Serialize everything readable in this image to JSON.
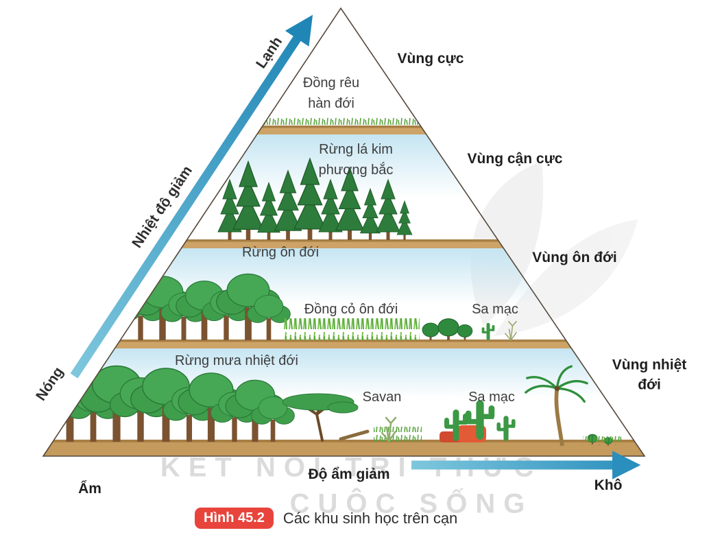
{
  "figure": {
    "badge": "Hình 45.2",
    "caption": "Các khu sinh học trên cạn"
  },
  "axes": {
    "temperature": {
      "cold": "Lạnh",
      "label": "Nhiệt độ giảm",
      "hot": "Nóng"
    },
    "moisture": {
      "humid": "Ẩm",
      "label": "Độ ẩm giảm",
      "dry": "Khô"
    }
  },
  "zones": [
    {
      "label": "Vùng cực"
    },
    {
      "label": "Vùng cận cực"
    },
    {
      "label": "Vùng ôn đới"
    },
    {
      "label": "Vùng nhiệt đới"
    }
  ],
  "biomes": {
    "tundra": {
      "line1": "Đồng rêu",
      "line2": "hàn đới"
    },
    "taiga": {
      "line1": "Rừng lá kim",
      "line2": "phương bắc"
    },
    "temperate_forest": "Rừng ôn đới",
    "temperate_grassland": "Đồng cỏ ôn đới",
    "temperate_desert": "Sa mạc",
    "tropical_rainforest": "Rừng mưa nhiệt đới",
    "savanna": "Savan",
    "tropical_desert": "Sa mạc"
  },
  "watermark": {
    "line1": "KẾT NỐI TRI THỨC",
    "line2": "CUỘC SỐNG"
  },
  "colors": {
    "arrow_blue": "#2a8fbd",
    "badge_red": "#e8443c",
    "ground_tan": "#c9a05f",
    "sky_blue": "#c5e5f2",
    "forest_green": "#3f9e4c"
  }
}
